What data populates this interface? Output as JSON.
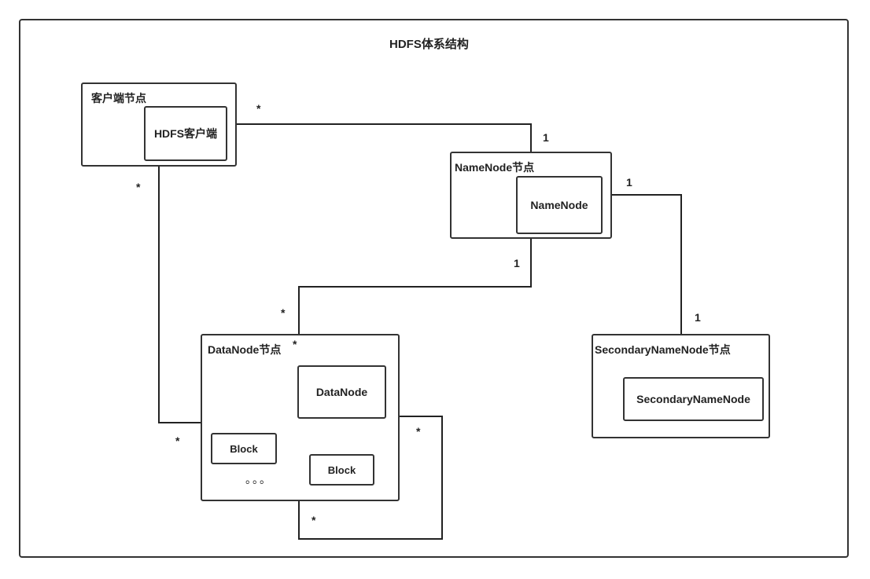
{
  "title": "HDFS体系结构",
  "client_node": {
    "label": "客户端节点",
    "component": "HDFS客户端"
  },
  "namenode_node": {
    "label": "NameNode节点",
    "component": "NameNode"
  },
  "datanode_node": {
    "label": "DataNode节点",
    "component": "DataNode",
    "block_1": "Block",
    "block_2": "Block",
    "ellipsis": "。。。"
  },
  "secondary_node": {
    "label": "SecondaryNameNode节点",
    "component": "SecondaryNameNode"
  },
  "multiplicity": {
    "client_to_namenode_client_end": "*",
    "client_to_namenode_namenode_end": "1",
    "client_to_datanode_client_end": "*",
    "client_to_datanode_datanode_end": "*",
    "namenode_to_secondary_namenode_end": "1",
    "namenode_to_secondary_secondary_end": "1",
    "namenode_to_datanode_namenode_end": "1",
    "namenode_to_datanode_datanode_end_outer": "*",
    "namenode_to_datanode_datanode_end_inner": "*",
    "datanode_self_end_a": "*",
    "datanode_self_end_b": "*"
  }
}
